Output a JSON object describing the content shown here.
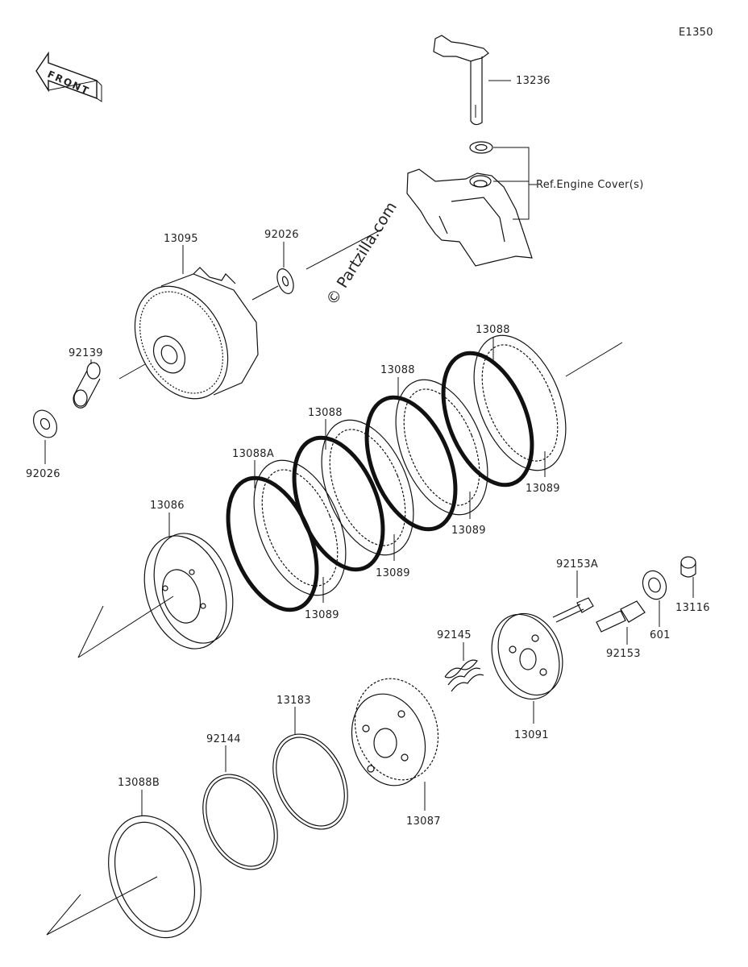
{
  "diagram_code": "E1350",
  "watermark": "© Partzilla.com",
  "front_arrow_label": "FRONT",
  "ref_label": "Ref.Engine Cover(s)",
  "parts": {
    "shaft_13236": "13236",
    "housing_13095": "13095",
    "washer_92026_top": "92026",
    "sleeve_92139": "92139",
    "washer_92026_left": "92026",
    "friction_13088_1": "13088",
    "friction_13088_2": "13088",
    "friction_13088_3": "13088",
    "friction_13088A": "13088A",
    "steel_13089_1": "13089",
    "steel_13089_2": "13089",
    "steel_13089_3": "13089",
    "steel_13089_4": "13089",
    "pressure_13086": "13086",
    "bolt_92153A": "92153A",
    "bearing_601": "601",
    "pushrod_13116": "13116",
    "bolt_92153": "92153",
    "spring_92145": "92145",
    "plate_13091": "13091",
    "ring_13183": "13183",
    "ring_92144": "92144",
    "hub_13087": "13087",
    "friction_13088B": "13088B"
  }
}
